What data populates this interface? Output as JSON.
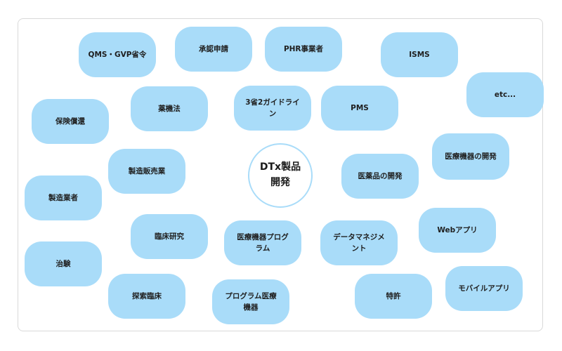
{
  "center": {
    "label": "DTx製品開発"
  },
  "nodes": [
    {
      "id": "qms",
      "label": "QMS・GVP省令"
    },
    {
      "id": "shonin",
      "label": "承認申請"
    },
    {
      "id": "phr",
      "label": "PHR事業者"
    },
    {
      "id": "isms",
      "label": "ISMS"
    },
    {
      "id": "etc",
      "label": "etc..."
    },
    {
      "id": "hoken",
      "label": "保険償還"
    },
    {
      "id": "yakki",
      "label": "薬機法"
    },
    {
      "id": "guideline",
      "label": "3省2ガイドライン"
    },
    {
      "id": "pms",
      "label": "PMS"
    },
    {
      "id": "iryokiki-kaihatsu",
      "label": "医療機器の開発"
    },
    {
      "id": "seizo-hanbai",
      "label": "製造販売業"
    },
    {
      "id": "iyakuhin",
      "label": "医薬品の開発"
    },
    {
      "id": "seizo-gyosha",
      "label": "製造業者"
    },
    {
      "id": "web-app",
      "label": "Webアプリ"
    },
    {
      "id": "rinsho-kenkyu",
      "label": "臨床研究"
    },
    {
      "id": "samd",
      "label": "医療機器プログラム"
    },
    {
      "id": "data-mgmt",
      "label": "データマネジメント"
    },
    {
      "id": "chiken",
      "label": "治験"
    },
    {
      "id": "mobile-app",
      "label": "モバイルアプリ"
    },
    {
      "id": "tansaku",
      "label": "探索臨床"
    },
    {
      "id": "program-iryokiki",
      "label": "プログラム医療機器"
    },
    {
      "id": "tokkyo",
      "label": "特許"
    }
  ]
}
